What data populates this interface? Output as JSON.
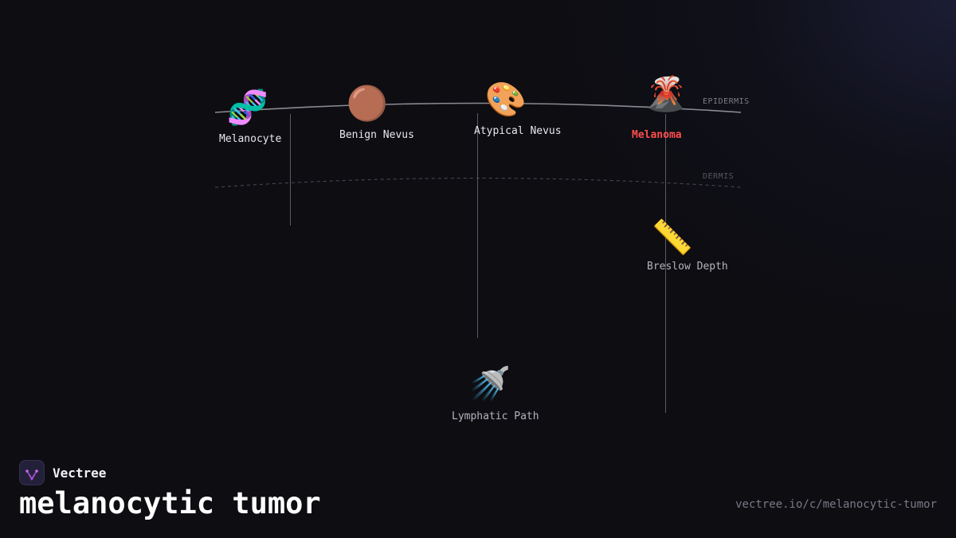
{
  "layers": {
    "epidermis": "EPIDERMIS",
    "dermis": "DERMIS"
  },
  "nodes": [
    {
      "icon": "🧬",
      "icon_name": "dna-icon",
      "label": "Melanocyte"
    },
    {
      "icon": "🟤",
      "icon_name": "brown-circle-icon",
      "label": "Benign Nevus"
    },
    {
      "icon": "🎨",
      "icon_name": "palette-icon",
      "label": "Atypical Nevus"
    },
    {
      "icon": "🌋",
      "icon_name": "volcano-icon",
      "label": "Melanoma"
    },
    {
      "icon": "📏",
      "icon_name": "ruler-icon",
      "label": "Breslow Depth"
    },
    {
      "icon": "🚿",
      "icon_name": "shower-icon",
      "label": "Lymphatic Path"
    }
  ],
  "brand": {
    "name": "Vectree"
  },
  "title": "melanocytic tumor",
  "url": "vectree.io/c/melanocytic-tumor",
  "colors": {
    "alert": "#ff4d4d",
    "line": "#8a8a92",
    "brand_accent": "#b04fd8"
  }
}
